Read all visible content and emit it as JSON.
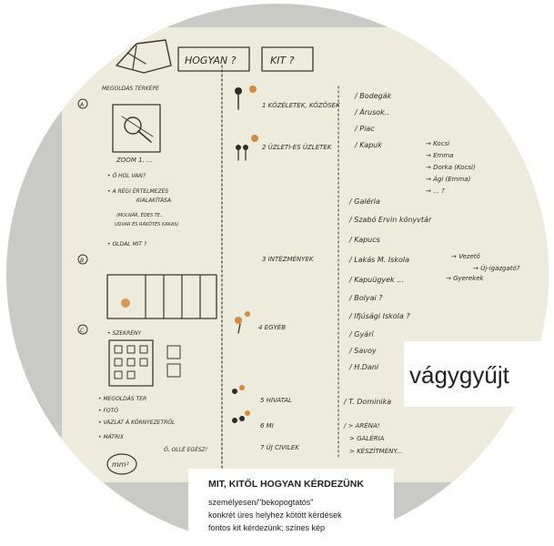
{
  "colors": {
    "outer_circle": "#c9c9c6",
    "paper": "#ecebdc",
    "ink": "#2f2c26",
    "marker_orange": "#d98a3a",
    "caption_band": "#ffffff",
    "caption_text": "#222222"
  },
  "sketch": {
    "header_boxes": [
      "HOGYAN ?",
      "KIT ?"
    ],
    "left_column": {
      "title": "MEGOLDÁS TÉRKÉPE",
      "step_a": "A",
      "zoom": "ZOOM 1. ...",
      "bullets_1": [
        "• Ő HOL VAN?",
        "• A RÉGI ÉRTELMEZÉS",
        "KIALAKÍTÁSA",
        "(MOLNÁR, ÉDES TE..",
        "UDVAR ÉS RÁKÖTÉS KAKAS)",
        "• OLDAL MIT ?"
      ],
      "step_b": "B",
      "step_c": "C",
      "shelf_label": "• SZEKRÉNY",
      "bullets_2": [
        "• MEGOLDÁS TER",
        "• FOTÓ",
        "• VÁZLAT Á KÖRNYEZETRŐL",
        "• MÁTRIX"
      ],
      "mm": "mm²",
      "tail_note": "Ő, OLLÉ EGÉSZ!"
    },
    "middle_column": [
      "1 KÖZÉLETEK, KÖZÖSEK",
      "2 ÜZLETI-ES ÜZLETEK",
      "3 INTÉZMÉNYEK",
      "4 EGYÉB",
      "5 HIVATAL",
      "6 MI",
      "7 ÚJ CIVILEK"
    ],
    "right_column": [
      "/ Bodegák",
      "/ Árusok..",
      "/ Piac",
      "/ Kapuk",
      "/ Galéria",
      "/ Szabó Ervin könyvtár",
      "/ Kapucs",
      "/ Lakás M. Iskola",
      "/ Kapuügyek ...",
      "/ Bolyai ?",
      "/ Ifjúsági Iskola ?",
      "/ Gyárí",
      "/ Savoy",
      "/ H.Dani",
      "/ T. Dominika",
      "/ > ARÉNA!",
      "> GALÉRIA",
      "> KÉSZÍTMÉNY..."
    ],
    "arrows_top": [
      "→ Kocsi",
      "→ Emma",
      "→ Dorka (Kocsi)",
      "→ Ági (Emma)",
      "→ ... ?"
    ],
    "arrows_mid": [
      "→ Vezető",
      "→ Új-igazgató?",
      "→ Gyerekek"
    ]
  },
  "overlay": {
    "word": "vágygyűjt"
  },
  "caption": {
    "heading": "MIT, KITŐL HOGYAN KÉRDEZÜNK",
    "lines": [
      "személyesen/\"bekopogtatós\"",
      "konkrét üres helyhez kötött kérdések",
      "fontos kit kérdezünk; színes kép"
    ]
  }
}
